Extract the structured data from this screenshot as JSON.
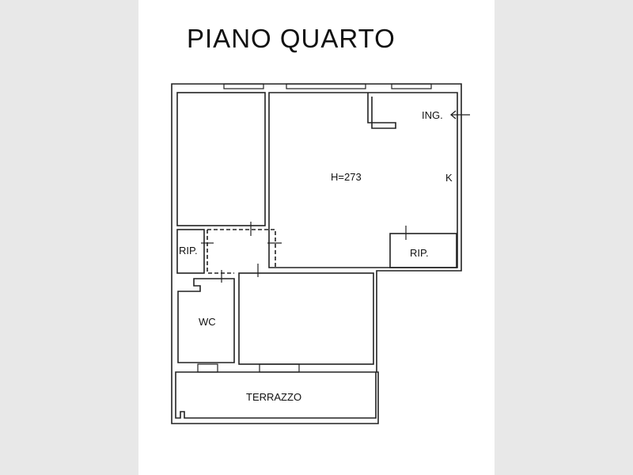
{
  "title": "PIANO QUARTO",
  "labels": {
    "height": "H=273",
    "entrance": "ING.",
    "kitchen": "K",
    "storage_left": "RIP.",
    "storage_right": "RIP.",
    "wc": "WC",
    "terrace": "TERRAZZO"
  },
  "icons": {
    "entrance_arrow": "arrow-left-icon"
  }
}
